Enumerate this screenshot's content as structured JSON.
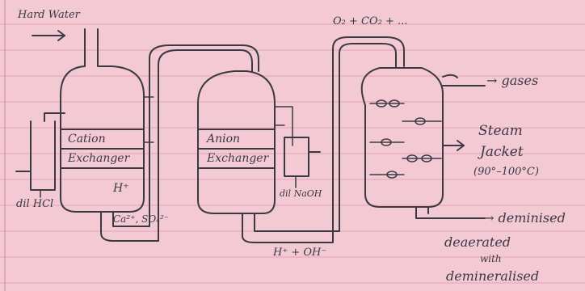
{
  "diagram": {
    "labels": {
      "hard_water": "Hard Water",
      "cation_exchanger": [
        "Cation",
        "Exchanger"
      ],
      "anion_exchanger": [
        "Anion",
        "Exchanger"
      ],
      "hcl_inlet": "dil HCl",
      "h_plus": "H⁺",
      "cation_outlet": "Ca²⁺, SO₄²⁻",
      "naoh_inlet": "dil NaOH",
      "h_oh": "H⁺ + OH⁻",
      "degasser_inlet": "O₂ + CO₂ + ...",
      "gases": "→ gases",
      "steam_jacket": [
        "Steam",
        "Jacket",
        "(90°–100°C)"
      ],
      "demineralised": "→ deminised",
      "deaerated": "deaerated",
      "with": "with",
      "demineralised_2": "demineralised"
    }
  }
}
